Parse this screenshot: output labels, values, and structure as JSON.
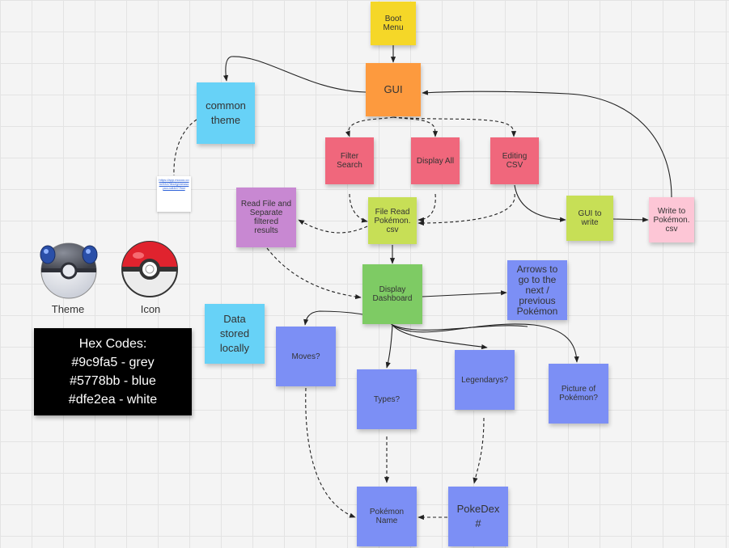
{
  "notes": {
    "boot": "Boot\nMenu",
    "gui": "GUI",
    "common_theme": "common\ntheme",
    "filter_search": "Filter\nSearch",
    "display_all": "Display All",
    "editing_csv": "Editing\nCSV",
    "read_file": "Read File and\nSeparate\nfiltered\nresults",
    "file_read": "File Read\nPokémon.\ncsv",
    "gui_to_write": "GUI to\nwrite",
    "write_to": "Write to\nPokémon.\ncsv",
    "display_dashboard": "Display\nDashboard",
    "arrows": "Arrows to\ngo to the\nnext /\nprevious\nPokémon",
    "data_stored": "Data\nstored\nlocally",
    "moves": "Moves?",
    "types": "Types?",
    "legendarys": "Legendarys?",
    "picture": "Picture of\nPokémon?",
    "pokemon_name": "Pokémon\nName",
    "pokedex": "PokeDex\n#"
  },
  "link_card": "https://app.mocoo.com/93475bd/g/viewsopco-vdl4477fdd",
  "assets": {
    "theme_label": "Theme",
    "icon_label": "Icon",
    "theme_ball_icon": "great-ball-icon",
    "icon_ball_icon": "pokeball-icon"
  },
  "hex_codes": {
    "title": "Hex Codes:",
    "lines": [
      "#9c9fa5 - grey",
      "#5778bb - blue",
      "#dfe2ea - white"
    ]
  },
  "colors": {
    "grey": "#9c9fa5",
    "blue": "#5778bb",
    "white": "#dfe2ea"
  }
}
